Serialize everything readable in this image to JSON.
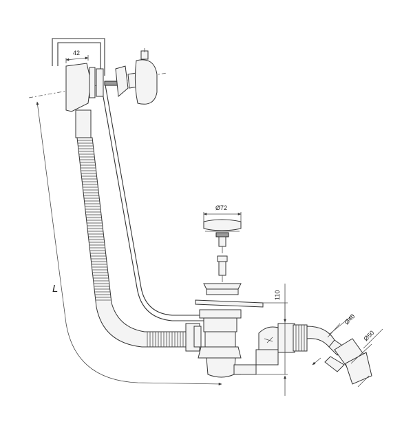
{
  "dimensions": {
    "overflow_width": "42",
    "length": "L",
    "drain_head_diameter": "Ø72",
    "height": "110",
    "outlet_diameter_small": "Ø40",
    "outlet_diameter_large": "Ø50"
  }
}
